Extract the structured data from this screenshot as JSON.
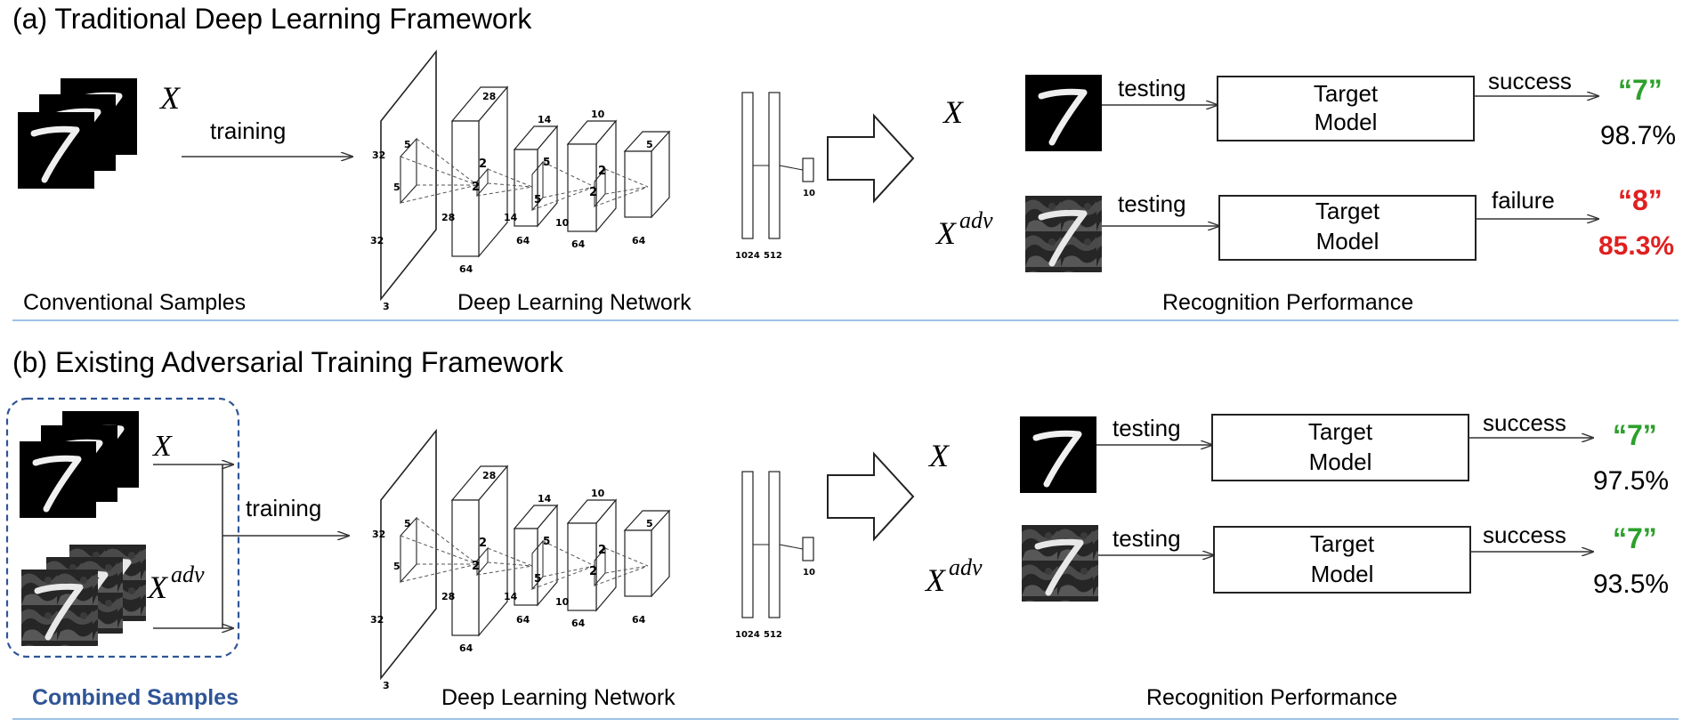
{
  "panel_a": {
    "title": "(a) Traditional Deep Learning Framework",
    "input_var": "X",
    "train_label": "training",
    "samples_caption": "Conventional Samples",
    "network_caption": "Deep Learning Network",
    "perf_caption": "Recognition Performance",
    "rows": [
      {
        "var": "X",
        "var_sup": "",
        "test_label": "testing",
        "model_line1": "Target",
        "model_line2": "Model",
        "outcome": "success",
        "prediction": "“7”",
        "prediction_color": "#2ca02c",
        "accuracy": "98.7%",
        "accuracy_color": "#111111"
      },
      {
        "var": "X",
        "var_sup": "adv",
        "test_label": "testing",
        "model_line1": "Target",
        "model_line2": "Model",
        "outcome": "failure",
        "prediction": "“8”",
        "prediction_color": "#e02020",
        "accuracy": "85.3%",
        "accuracy_color": "#e02020"
      }
    ]
  },
  "panel_b": {
    "title": "(b) Existing  Adversarial Training Framework",
    "input_var_1": "X",
    "input_var_2": "X",
    "input_var_2_sup": "adv",
    "train_label": "training",
    "samples_caption": "Combined Samples",
    "network_caption": "Deep Learning Network",
    "perf_caption": "Recognition Performance",
    "rows": [
      {
        "var": "X",
        "var_sup": "",
        "test_label": "testing",
        "model_line1": "Target",
        "model_line2": "Model",
        "outcome": "success",
        "prediction": "“7”",
        "prediction_color": "#2ca02c",
        "accuracy": "97.5%",
        "accuracy_color": "#111111"
      },
      {
        "var": "X",
        "var_sup": "adv",
        "test_label": "testing",
        "model_line1": "Target",
        "model_line2": "Model",
        "outcome": "success",
        "prediction": "“7”",
        "prediction_color": "#2ca02c",
        "accuracy": "93.5%",
        "accuracy_color": "#111111"
      }
    ]
  },
  "network": {
    "labels": [
      "32",
      "32",
      "3",
      "5",
      "5",
      "28",
      "28",
      "64",
      "2",
      "2",
      "14",
      "14",
      "64",
      "5",
      "5",
      "10",
      "10",
      "64",
      "2",
      "2",
      "5",
      "64",
      "1024",
      "512",
      "10"
    ]
  },
  "colors": {
    "accent_blue": "#2f5597",
    "divider": "#9dc3e6",
    "success_green": "#2ca02c",
    "failure_red": "#e02020"
  },
  "digit": "7"
}
